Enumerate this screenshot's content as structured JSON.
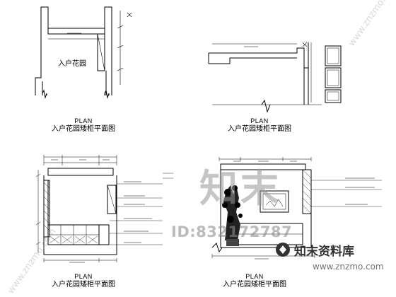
{
  "drawings": [
    {
      "plan_label": "PLAN",
      "title": "入户花园矮柜平面图",
      "room_label": "入户花园"
    },
    {
      "plan_label": "PLAN",
      "title": "入户花园矮柜平面图"
    },
    {
      "plan_label": "PLAN",
      "title": "入户花园矮柜平面图"
    },
    {
      "plan_label": "PLAN",
      "title": "入户花园矮柜平面图"
    }
  ],
  "watermark": {
    "brand_cn": "知末",
    "brand_full": "知末资料库",
    "id_text": "ID:832172787",
    "url": "www.znzmo.com",
    "diag_text": "www.znzmo.com"
  }
}
